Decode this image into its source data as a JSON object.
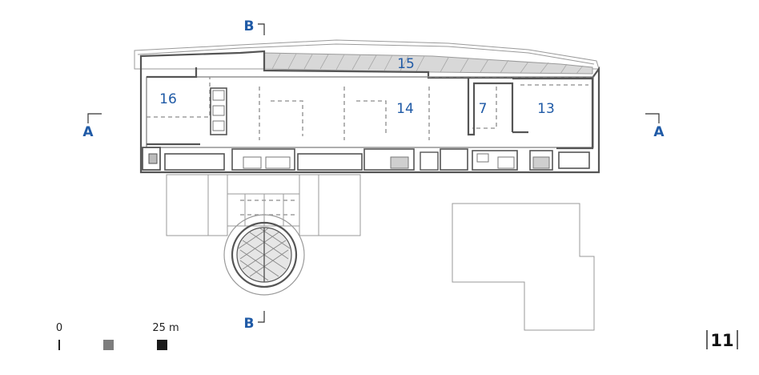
{
  "rooms": {
    "r16": "16",
    "r15": "15",
    "r14": "14",
    "r7": "7",
    "r13": "13"
  },
  "section_markers": {
    "a_left": "A",
    "a_right": "A",
    "b_top": "B",
    "b_bottom": "B"
  },
  "scale": {
    "zero": "0",
    "length": "25 m",
    "swatches": [
      {
        "name": "light",
        "color": "#ffffff"
      },
      {
        "name": "medium",
        "color": "#7d7d7d"
      },
      {
        "name": "dark",
        "color": "#1a1a1a"
      }
    ]
  },
  "page": {
    "number": "11"
  },
  "colors": {
    "label_blue": "#1f5aa6",
    "wall": "#555555"
  }
}
